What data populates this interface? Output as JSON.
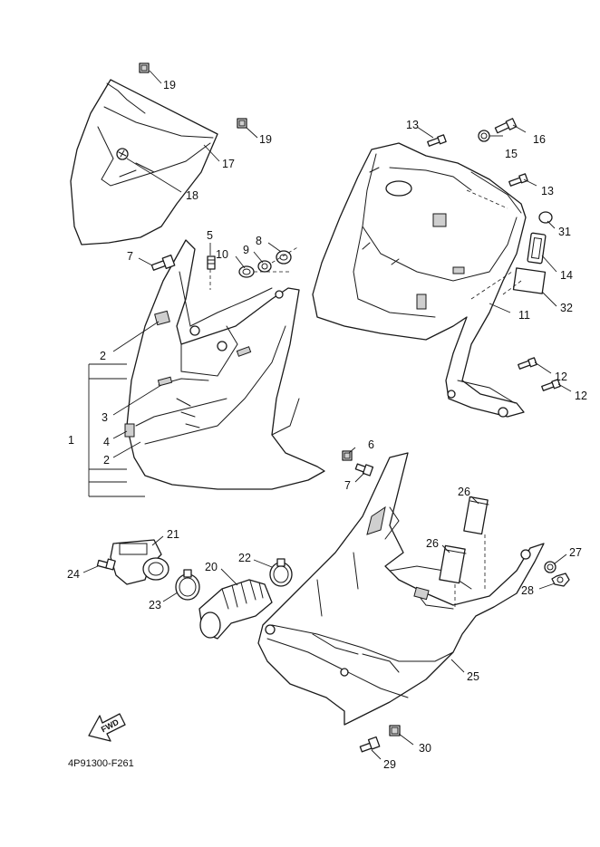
{
  "diagram_code": "4P91300-F261",
  "fwd_label": "FWD",
  "callouts": {
    "c1": "1",
    "c2a": "2",
    "c2b": "2",
    "c3": "3",
    "c4": "4",
    "c5": "5",
    "c7a": "7",
    "c7b": "7",
    "c6": "6",
    "c8": "8",
    "c9": "9",
    "c10": "10",
    "c11": "11",
    "c12a": "12",
    "c12b": "12",
    "c13a": "13",
    "c13b": "13",
    "c14": "14",
    "c15": "15",
    "c16": "16",
    "c17": "17",
    "c18": "18",
    "c19a": "19",
    "c19b": "19",
    "c20": "20",
    "c21": "21",
    "c22": "22",
    "c23": "23",
    "c24": "24",
    "c25": "25",
    "c26a": "26",
    "c26b": "26",
    "c27": "27",
    "c28": "28",
    "c29": "29",
    "c30": "30",
    "c31": "31",
    "c32": "32"
  }
}
